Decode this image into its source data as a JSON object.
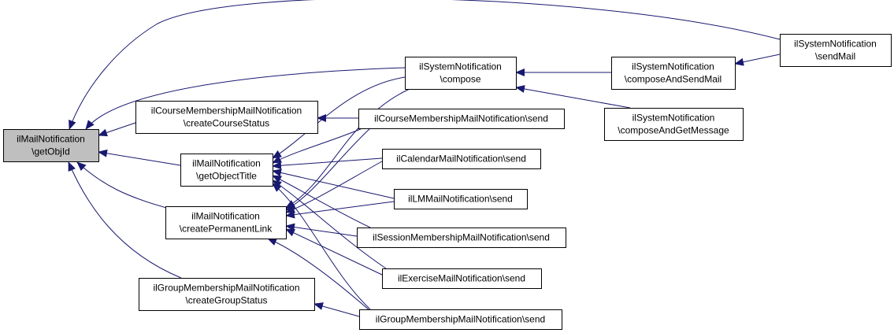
{
  "nodes": [
    {
      "id": "root",
      "lines": [
        "ilMailNotification",
        "\\getObjId"
      ],
      "highlight": true
    },
    {
      "id": "course_create",
      "lines": [
        "ilCourseMembershipMailNotification",
        "\\createCourseStatus"
      ]
    },
    {
      "id": "get_title",
      "lines": [
        "ilMailNotification",
        "\\getObjectTitle"
      ]
    },
    {
      "id": "perm_link",
      "lines": [
        "ilMailNotification",
        "\\createPermanentLink"
      ]
    },
    {
      "id": "group_create",
      "lines": [
        "ilGroupMembershipMailNotification",
        "\\createGroupStatus"
      ]
    },
    {
      "id": "sys_compose",
      "lines": [
        "ilSystemNotification",
        "\\compose"
      ]
    },
    {
      "id": "course_send",
      "lines": [
        "ilCourseMembershipMailNotification\\send"
      ]
    },
    {
      "id": "cal_send",
      "lines": [
        "ilCalendarMailNotification\\send"
      ]
    },
    {
      "id": "lm_send",
      "lines": [
        "ilLMMailNotification\\send"
      ]
    },
    {
      "id": "session_send",
      "lines": [
        "ilSessionMembershipMailNotification\\send"
      ]
    },
    {
      "id": "exercise_send",
      "lines": [
        "ilExerciseMailNotification\\send"
      ]
    },
    {
      "id": "group_send",
      "lines": [
        "ilGroupMembershipMailNotification\\send"
      ]
    },
    {
      "id": "sys_cas",
      "lines": [
        "ilSystemNotification",
        "\\composeAndSendMail"
      ]
    },
    {
      "id": "sys_cagm",
      "lines": [
        "ilSystemNotification",
        "\\composeAndGetMessage"
      ]
    },
    {
      "id": "sys_sendmail",
      "lines": [
        "ilSystemNotification",
        "\\sendMail"
      ]
    }
  ],
  "edges": [
    {
      "from": "course_create",
      "to": "root"
    },
    {
      "from": "get_title",
      "to": "root"
    },
    {
      "from": "perm_link",
      "to": "root"
    },
    {
      "from": "group_create",
      "to": "root"
    },
    {
      "from": "sys_compose",
      "to": "root"
    },
    {
      "from": "sys_sendmail",
      "to": "root"
    },
    {
      "from": "course_send",
      "to": "course_create"
    },
    {
      "from": "group_send",
      "to": "group_create"
    },
    {
      "from": "sys_compose",
      "to": "get_title"
    },
    {
      "from": "course_send",
      "to": "get_title"
    },
    {
      "from": "cal_send",
      "to": "get_title"
    },
    {
      "from": "lm_send",
      "to": "get_title"
    },
    {
      "from": "session_send",
      "to": "get_title"
    },
    {
      "from": "exercise_send",
      "to": "get_title"
    },
    {
      "from": "group_send",
      "to": "get_title"
    },
    {
      "from": "sys_compose",
      "to": "perm_link"
    },
    {
      "from": "course_send",
      "to": "perm_link"
    },
    {
      "from": "cal_send",
      "to": "perm_link"
    },
    {
      "from": "lm_send",
      "to": "perm_link"
    },
    {
      "from": "session_send",
      "to": "perm_link"
    },
    {
      "from": "exercise_send",
      "to": "perm_link"
    },
    {
      "from": "group_send",
      "to": "perm_link"
    },
    {
      "from": "sys_cas",
      "to": "sys_compose"
    },
    {
      "from": "sys_cagm",
      "to": "sys_compose"
    },
    {
      "from": "sys_sendmail",
      "to": "sys_cas"
    }
  ],
  "colors": {
    "edge": "#191970",
    "root_fill": "#bfbfbf",
    "node_fill": "#ffffff",
    "border": "#000000"
  }
}
